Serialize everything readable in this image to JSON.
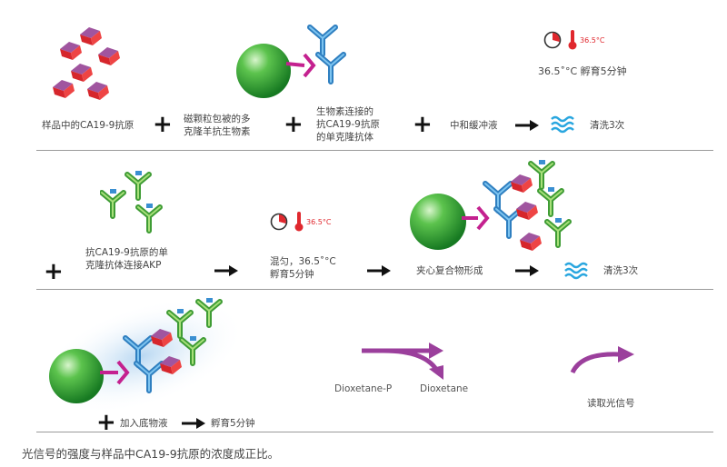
{
  "row1": {
    "label_sample": "样品中的CA19-9抗原",
    "label_beads_1": "磁颗粒包被的多",
    "label_beads_2": "克隆羊抗生物素",
    "label_biotin_1": "生物素连接的",
    "label_biotin_2": "抗CA19-9抗原",
    "label_biotin_3": "的单克隆抗体",
    "label_buffer": "中和缓冲液",
    "label_wash": "清洗3次",
    "temp_badge": "36.5°C",
    "incubate": "36.5˚°C 孵育5分钟"
  },
  "row2": {
    "label_akp_1": "抗CA19-9抗原的单",
    "label_akp_2": "克隆抗体连接AKP",
    "temp_badge": "36.5°C",
    "mix_1": "混匀，36.5˚°C",
    "mix_2": "孵育5分钟",
    "label_sandwich": "夹心复合物形成",
    "label_wash": "清洗3次"
  },
  "row3": {
    "label_substrate": "加入底物液",
    "label_incubate": "孵育5分钟",
    "label_dioxetane_p": "Dioxetane-P",
    "label_dioxetane": "Dioxetane",
    "label_read": "读取光信号"
  },
  "footer": "光信号的强度与样品中CA19-9抗原的浓度成正比。",
  "colors": {
    "bead": "#2fa93a",
    "antigen": "#d42a2f",
    "antigen_top": "#9a4fa8",
    "antibody_blue": "#3a8fd1",
    "antibody_green": "#55b54a",
    "linker": "#c4218f",
    "arrow_purple": "#9b3f9c",
    "wash": "#29a6df",
    "temp": "#e0282e"
  },
  "icons": [
    "crystal-antigen-icon",
    "bead-icon",
    "antibody-icon",
    "thermometer-icon",
    "clock-icon",
    "wash-waves-icon",
    "arrow-icon",
    "plus-icon"
  ]
}
